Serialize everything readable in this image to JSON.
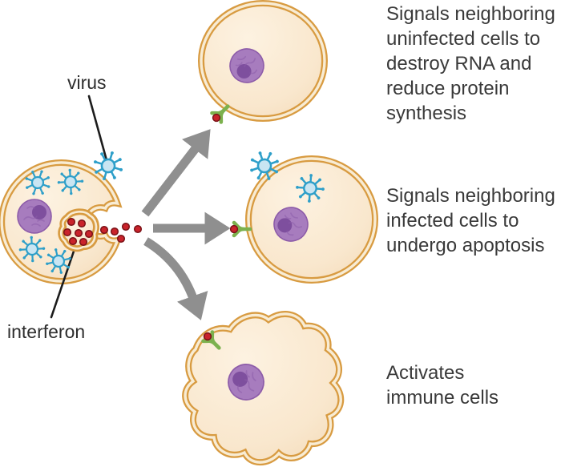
{
  "colors": {
    "membrane": "#d89b41",
    "membrane_gap": "#f8ecd4",
    "cytoplasm_light": "#fdf2e1",
    "cytoplasm": "#f6dfc1",
    "nucleus": "#a77cbe",
    "nucleus_dark": "#7b4b9b",
    "nucleus_edge": "#8d5ca9",
    "virus_blue": "#2e9fc9",
    "virus_body": "#c9e5f2",
    "receptor_green": "#7cb14e",
    "interferon_red": "#c9232b",
    "interferon_red_dark": "#7a1217",
    "arrow_gray": "#8f8f8f",
    "text": "#3a3a3a"
  },
  "labels": {
    "virus": "virus",
    "interferon": "interferon"
  },
  "annotations": {
    "uninfected": "Signals neighboring\nuninfected cells to\ndestroy RNA and\nreduce protein\nsynthesis",
    "infected": "Signals neighboring\ninfected cells to\nundergo apoptosis",
    "immune": "Activates\nimmune cells"
  }
}
